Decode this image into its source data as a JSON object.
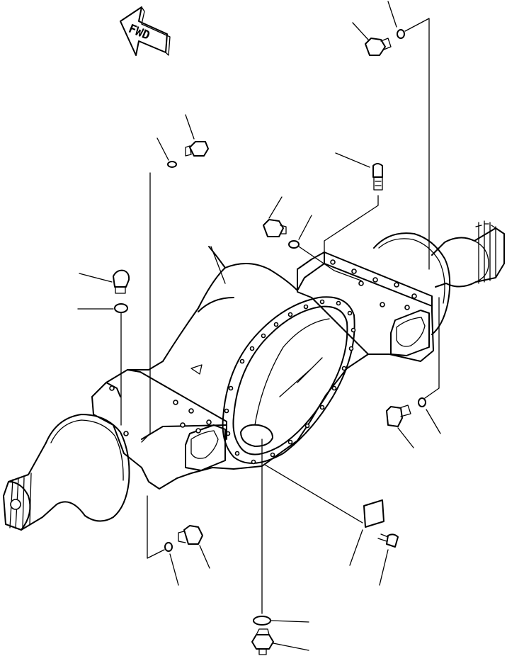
{
  "diagram": {
    "direction_label": "FWD",
    "parts": [
      "axle-housing",
      "plug",
      "o-ring",
      "breather",
      "bolt",
      "plate",
      "drain-plug"
    ]
  }
}
